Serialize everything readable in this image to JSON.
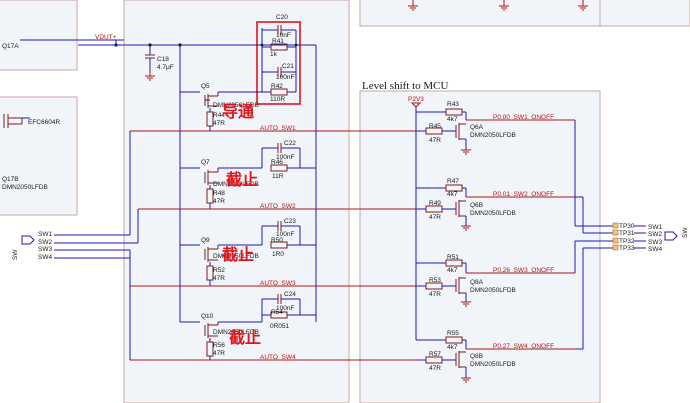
{
  "colors": {
    "wire": "#1a1ab4",
    "net_label": "#b01818",
    "annotation": "#e0141a",
    "panel_fill": "#f1f4f8",
    "panel_border": "#c9a7a7"
  },
  "section_title": "Level shift to MCU",
  "left": {
    "q17a": "Q17A",
    "q17b": "Q17B",
    "q17b_part": "DMN2050LFDB",
    "efc": "EFC6604R",
    "vdut": "VDUT+"
  },
  "c18": {
    "ref": "C18",
    "val": "4.7μF"
  },
  "highlight": {
    "c20_ref": "C20",
    "c20_val": "10nF",
    "r41_ref": "R41",
    "r41_val": "1k",
    "c21_ref": "C21",
    "c21_val": "100nF",
    "r42_ref": "R42",
    "r42_val": "110R"
  },
  "switch_stages": [
    {
      "q": "Q5",
      "part": "DMN2050LFDB",
      "r_gate": "R44",
      "r_gate_val": "47R",
      "net": "AUTO_SW1",
      "anno": "导通"
    },
    {
      "q": "Q7",
      "part": "DMN2050LFDB",
      "r_gate": "R48",
      "r_gate_val": "47R",
      "net": "AUTO_SW2",
      "anno": "截止",
      "cap": "C22",
      "cap_val": "100nF",
      "res": "R46",
      "res_val": "11R"
    },
    {
      "q": "Q9",
      "part": "DMN2050LFDB",
      "r_gate": "R52",
      "r_gate_val": "47R",
      "net": "AUTO_SW3",
      "anno": "截止",
      "cap": "C23",
      "cap_val": "100nF",
      "res": "R50",
      "res_val": "1R0"
    },
    {
      "q": "Q10",
      "part": "DMN2050LFDB",
      "r_gate": "R56",
      "r_gate_val": "47R",
      "net": "AUTO_SW4",
      "anno": "截止",
      "cap": "C24",
      "cap_val": "100nF",
      "res": "R54",
      "res_val": "0R051"
    }
  ],
  "level_shift": [
    {
      "r_pull": "R43",
      "r_pull_val": "4k7",
      "r_gate": "R45",
      "r_gate_val": "47R",
      "q": "Q6A",
      "part": "DMN2050LFDB",
      "net": "P0.00_SW1_ONOFF"
    },
    {
      "r_pull": "R47",
      "r_pull_val": "4k7",
      "r_gate": "R49",
      "r_gate_val": "47R",
      "q": "Q6B",
      "part": "DMN2050LFDB",
      "net": "P0.01_SW2_ONOFF"
    },
    {
      "r_pull": "R51",
      "r_pull_val": "4k7",
      "r_gate": "R53",
      "r_gate_val": "47R",
      "q": "Q8A",
      "part": "DMN2050LFDB",
      "net": "P0.26_SW3_ONOFF"
    },
    {
      "r_pull": "R55",
      "r_pull_val": "4k7",
      "r_gate": "R57",
      "r_gate_val": "47R",
      "q": "Q8B",
      "part": "DMN2050LFDB",
      "net": "P0.27_SW4_ONOFF"
    }
  ],
  "p2v3": "P2V3",
  "sw_in": [
    "SW1",
    "SW2",
    "SW3",
    "SW4"
  ],
  "sw_bus_left": "SW",
  "tps": [
    "TP30",
    "TP31",
    "TP32",
    "TP33"
  ],
  "sw_out": [
    "SW1",
    "SW2",
    "SW3",
    "SW4"
  ],
  "sw_bus_right": "SW"
}
